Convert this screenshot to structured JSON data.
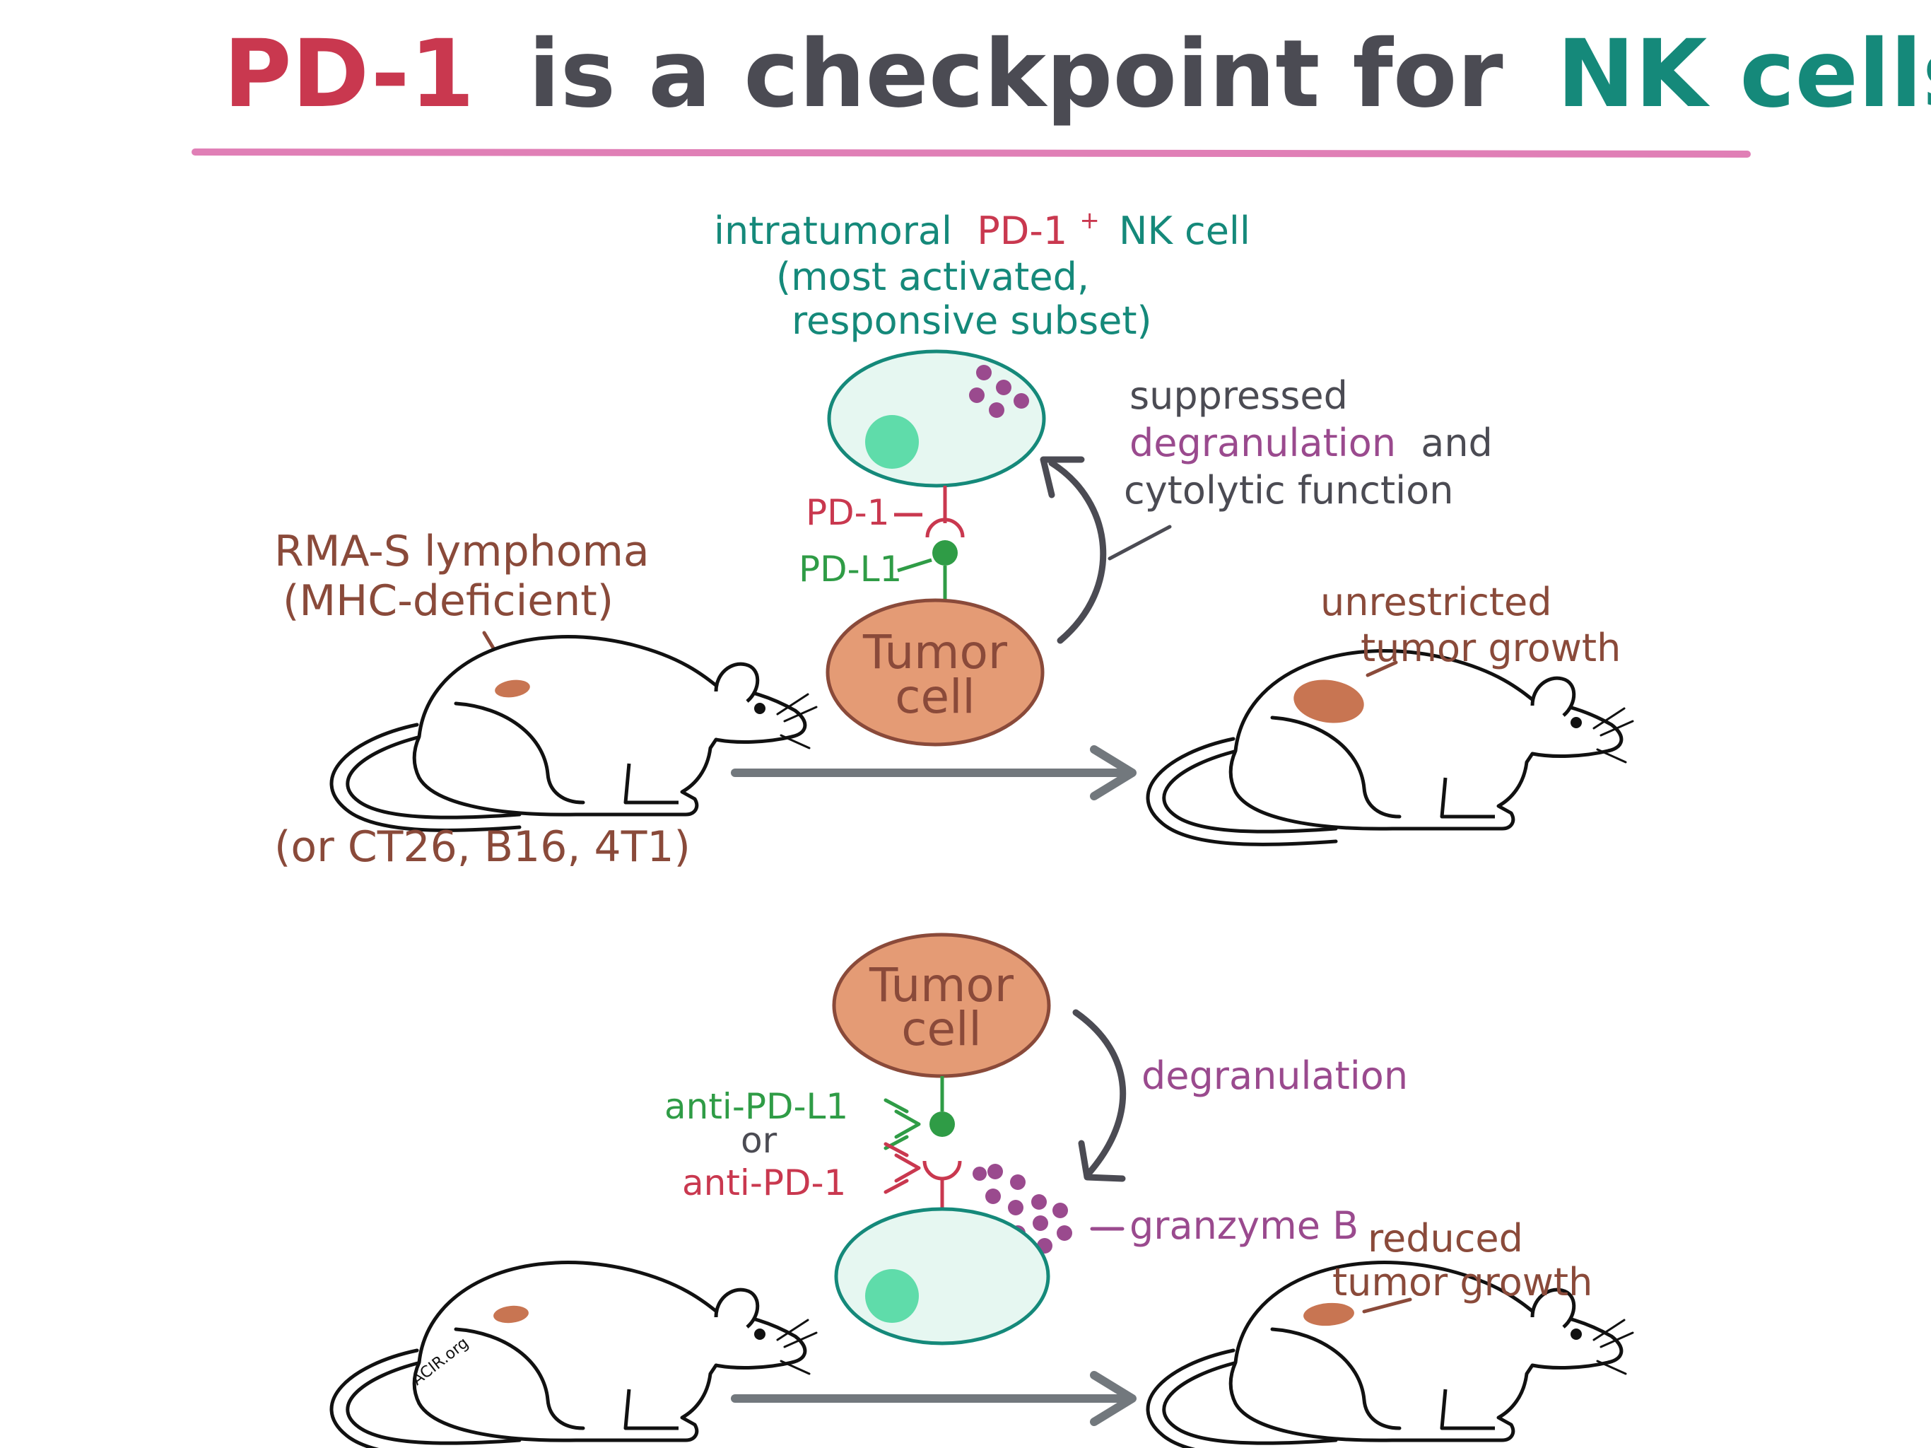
{
  "title": {
    "part1": "PD-1",
    "part2": "is a checkpoint for",
    "part3": "NK cells"
  },
  "top_panel": {
    "nk_label": {
      "line1_a": "intratumoral",
      "line1_b": "PD-1",
      "line1_sup": "+",
      "line1_c": "NK cell",
      "line2": "(most activated,",
      "line3": "responsive subset)"
    },
    "pd1_label": "PD-1",
    "pdl1_label": "PD-L1",
    "tumor_cell_line1": "Tumor",
    "tumor_cell_line2": "cell",
    "suppressed": {
      "line1": "suppressed",
      "line2_a": "degranulation",
      "line2_b": "and",
      "line3": "cytolytic function"
    },
    "tumor_model": {
      "line1": "RMA-S lymphoma",
      "line2": "(MHC-deficient)"
    },
    "other_models": "(or CT26, B16, 4T1)",
    "outcome": {
      "line1": "unrestricted",
      "line2": "tumor growth"
    }
  },
  "bottom_panel": {
    "tumor_cell_line1": "Tumor",
    "tumor_cell_line2": "cell",
    "degranulation": "degranulation",
    "anti_pdl1": "anti-PD-L1",
    "or": "or",
    "anti_pd1": "anti-PD-1",
    "granzyme": "granzyme B",
    "outcome": {
      "line1": "reduced",
      "line2": "tumor growth"
    },
    "watermark": "ACIR.org"
  },
  "colors": {
    "pd1_red": "#c9384f",
    "nk_teal": "#15897a",
    "title_gray": "#4b4b53",
    "tumor_brown": "#8a4a3a",
    "pdl1_green": "#2f9c46",
    "granule_purple": "#9a4a8e",
    "tumor_fill": "#e49b75",
    "nk_fill": "#e6f7f1",
    "nucleus": "#5fdcaa",
    "underline_pink": "#e07fb6",
    "arrow_gray": "#72787d"
  }
}
